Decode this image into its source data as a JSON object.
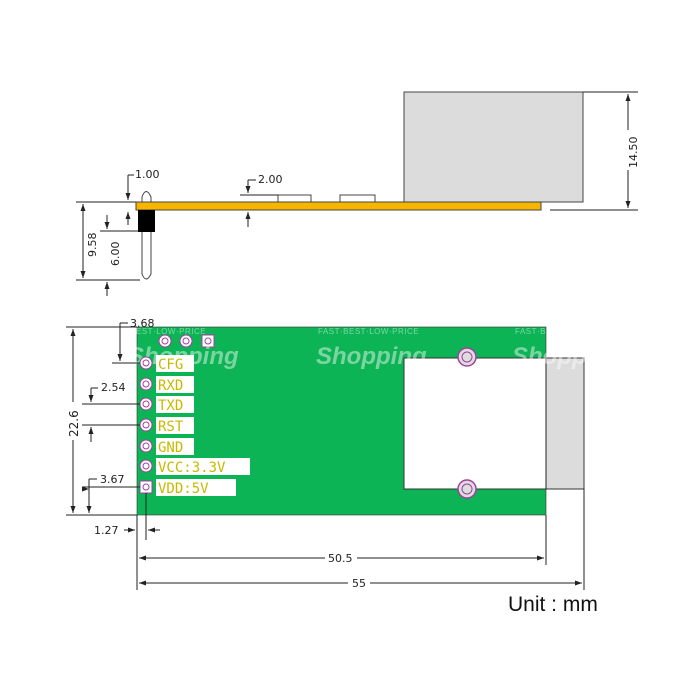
{
  "colors": {
    "pcb_side": "#f7b500",
    "pcb_top": "#0db455",
    "connector": "#dcdcdc",
    "pin_label": "#c9b800",
    "hole": "#a040a0"
  },
  "side_view": {
    "dims": {
      "pin_top": "1.00",
      "component": "2.00",
      "total_height": "9.58",
      "pin_length": "6.00",
      "connector_height": "14.50"
    }
  },
  "top_view": {
    "pins": [
      "CFG",
      "RXD",
      "TXD",
      "RST",
      "GND",
      "VCC:3.3V",
      "VDD:5V"
    ],
    "dims": {
      "width": "22.6",
      "top_offset": "3.68",
      "pitch": "2.54",
      "bottom_offset": "3.67",
      "edge_offset": "1.27",
      "board_length": "50.5",
      "total_length": "55"
    }
  },
  "watermark": {
    "tagline": "FAST·BEST·LOW·PRICE",
    "brand": "Shopping"
  },
  "unit": "Unit : mm"
}
